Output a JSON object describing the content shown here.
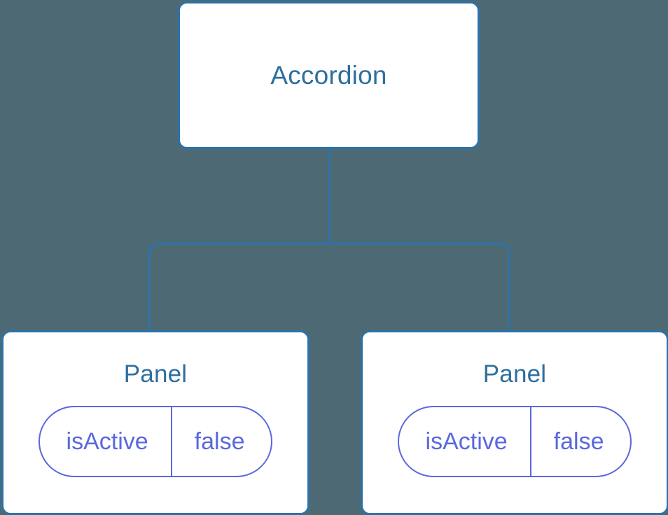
{
  "diagram": {
    "type": "component-tree",
    "background_color": "#4d6a74",
    "node_border_color": "#2d72a8",
    "node_fill_color": "#ffffff",
    "node_title_color": "#2e6f9e",
    "edge_color": "#2d72a8",
    "pill_color": "#5a68dd",
    "root": {
      "title": "Accordion"
    },
    "children": [
      {
        "title": "Panel",
        "state": {
          "key": "isActive",
          "value": "false"
        }
      },
      {
        "title": "Panel",
        "state": {
          "key": "isActive",
          "value": "false"
        }
      }
    ]
  }
}
